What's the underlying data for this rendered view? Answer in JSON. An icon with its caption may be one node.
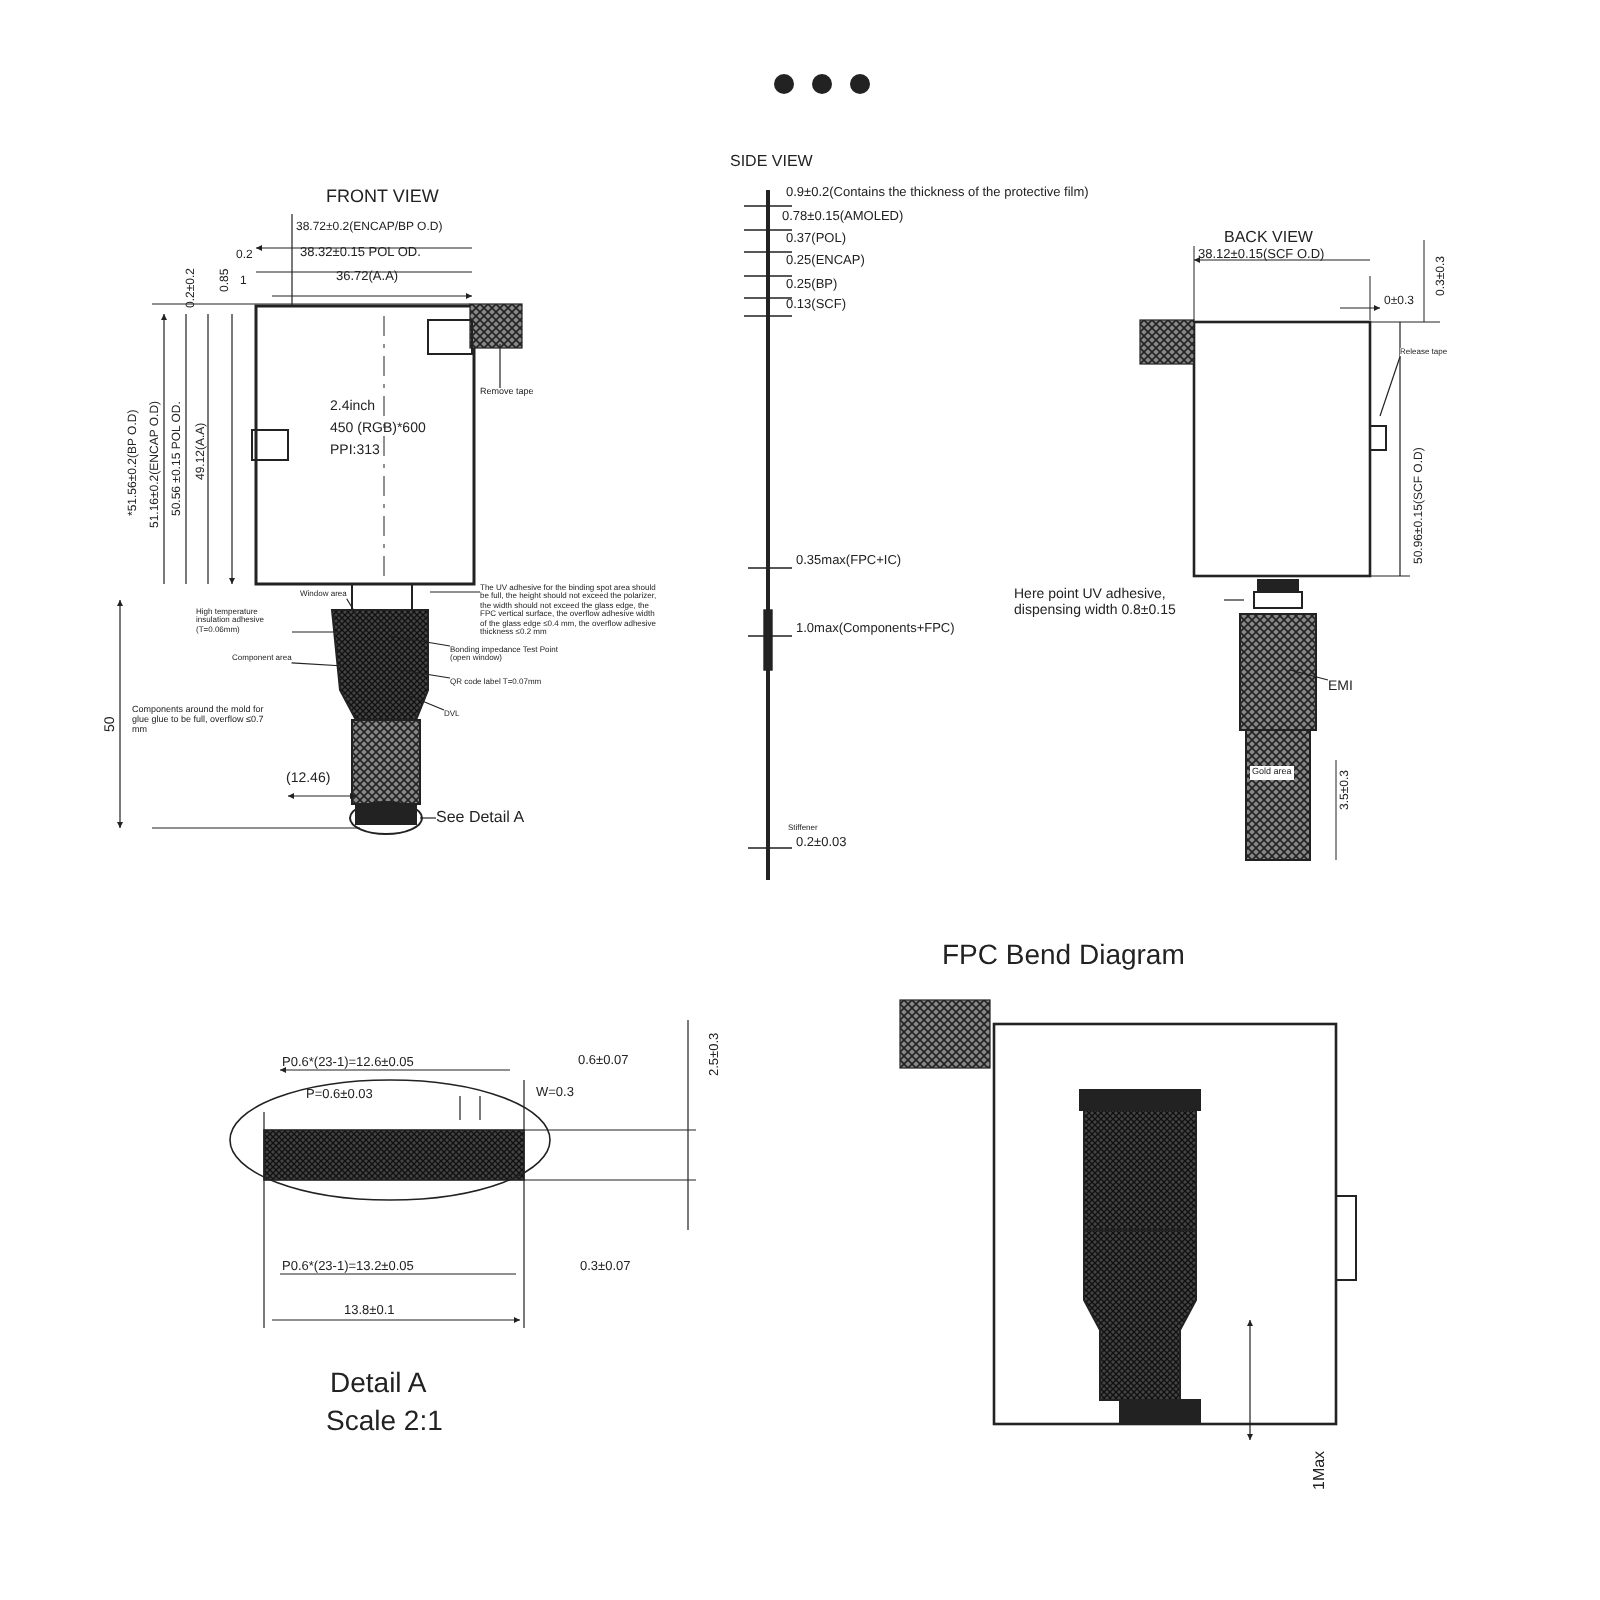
{
  "diagram": {
    "nodes": [
      {
        "text": [
          "Remove tape"
        ]
      },
      {
        "text": [
          "See Detail A"
        ]
      },
      {
        "text": [
          "Here point UV adhesive, dispensing width 0.8±0.15"
        ]
      },
      {
        "text": [
          "EMI"
        ]
      },
      {
        "text": [
          "The UV adhesive for the binding spot area should be full, the height should not exceed the polarizer, the width should not exceed the glass edge, the FPC vertical surface, the overflow adhesive width of the glass edge ≤0.4 mm, the overflow adhesive thickness ≤0.2 mm"
        ]
      },
      {
        "text": [
          "Bonding impedance Test Point (open window)"
        ]
      },
      {
        "text": [
          "QR code label T=0.07mm"
        ]
      },
      {
        "text": [
          "Window area"
        ]
      },
      {
        "text": [
          "High temperature insulation adhesive (T=0.06mm)"
        ]
      },
      {
        "text": [
          "Component area"
        ]
      },
      {
        "text": [
          "DVL"
        ]
      },
      {
        "text": [
          "Release tape"
        ]
      }
    ],
    "edges": [
      {
        "from": 0,
        "to": null,
        "arrow": "none"
      },
      {
        "from": 1,
        "to": null,
        "arrow": "none"
      },
      {
        "from": 2,
        "to": null,
        "arrow": "none"
      },
      {
        "from": 3,
        "to": null,
        "arrow": "none"
      },
      {
        "from": 4,
        "to": null,
        "arrow": "none"
      },
      {
        "from": 5,
        "to": null,
        "arrow": "none"
      },
      {
        "from": 6,
        "to": null,
        "arrow": "none"
      },
      {
        "from": 7,
        "to": null,
        "arrow": "none"
      },
      {
        "from": 8,
        "to": null,
        "arrow": "none"
      },
      {
        "from": 9,
        "to": null,
        "arrow": "none"
      },
      {
        "from": 10,
        "to": null,
        "arrow": "none"
      },
      {
        "from": 11,
        "to": null,
        "arrow": "none"
      }
    ],
    "labels": [
      "FRONT VIEW",
      "38.72±0.2(ENCAP/BP O.D)",
      "38.32±0.15 POL OD.",
      "36.72(A.A)",
      "0.2",
      "1",
      "0.2±0.2",
      "0.85",
      "*51.56±0.2(BP O.D)",
      "51.16±0.2(ENCAP O.D)",
      "50.56 ±0.15 POL OD.",
      "49.12(A.A)",
      "2.4inch",
      "450 (RGB)*600",
      "PPI:313",
      "50",
      "Components around the mold for glue glue to be full, overflow ≤0.7 mm",
      "(12.46)",
      "SIDE VIEW",
      "0.9±0.2(Contains the thickness of the protective film)",
      "0.78±0.15(AMOLED)",
      "0.37(POL)",
      "0.25(ENCAP)",
      "0.25(BP)",
      "0.13(SCF)",
      "0.35max(FPC+IC)",
      "1.0max(Components+FPC)",
      "Stiffener",
      "0.2±0.03",
      "BACK VIEW",
      "38.12±0.15(SCF O.D)",
      "0±0.3",
      "0.3±0.3",
      "50.96±0.15(SCF O.D)",
      "Gold area",
      "3.5±0.3",
      "FPC Bend Diagram",
      "P0.6*(23-1)=12.6±0.05",
      "0.6±0.07",
      "P=0.6±0.03",
      "W=0.3",
      "2.5±0.3",
      "P0.6*(23-1)=13.2±0.05",
      "0.3±0.07",
      "13.8±0.1",
      "Detail A",
      "Scale 2:1",
      "1Max"
    ]
  }
}
